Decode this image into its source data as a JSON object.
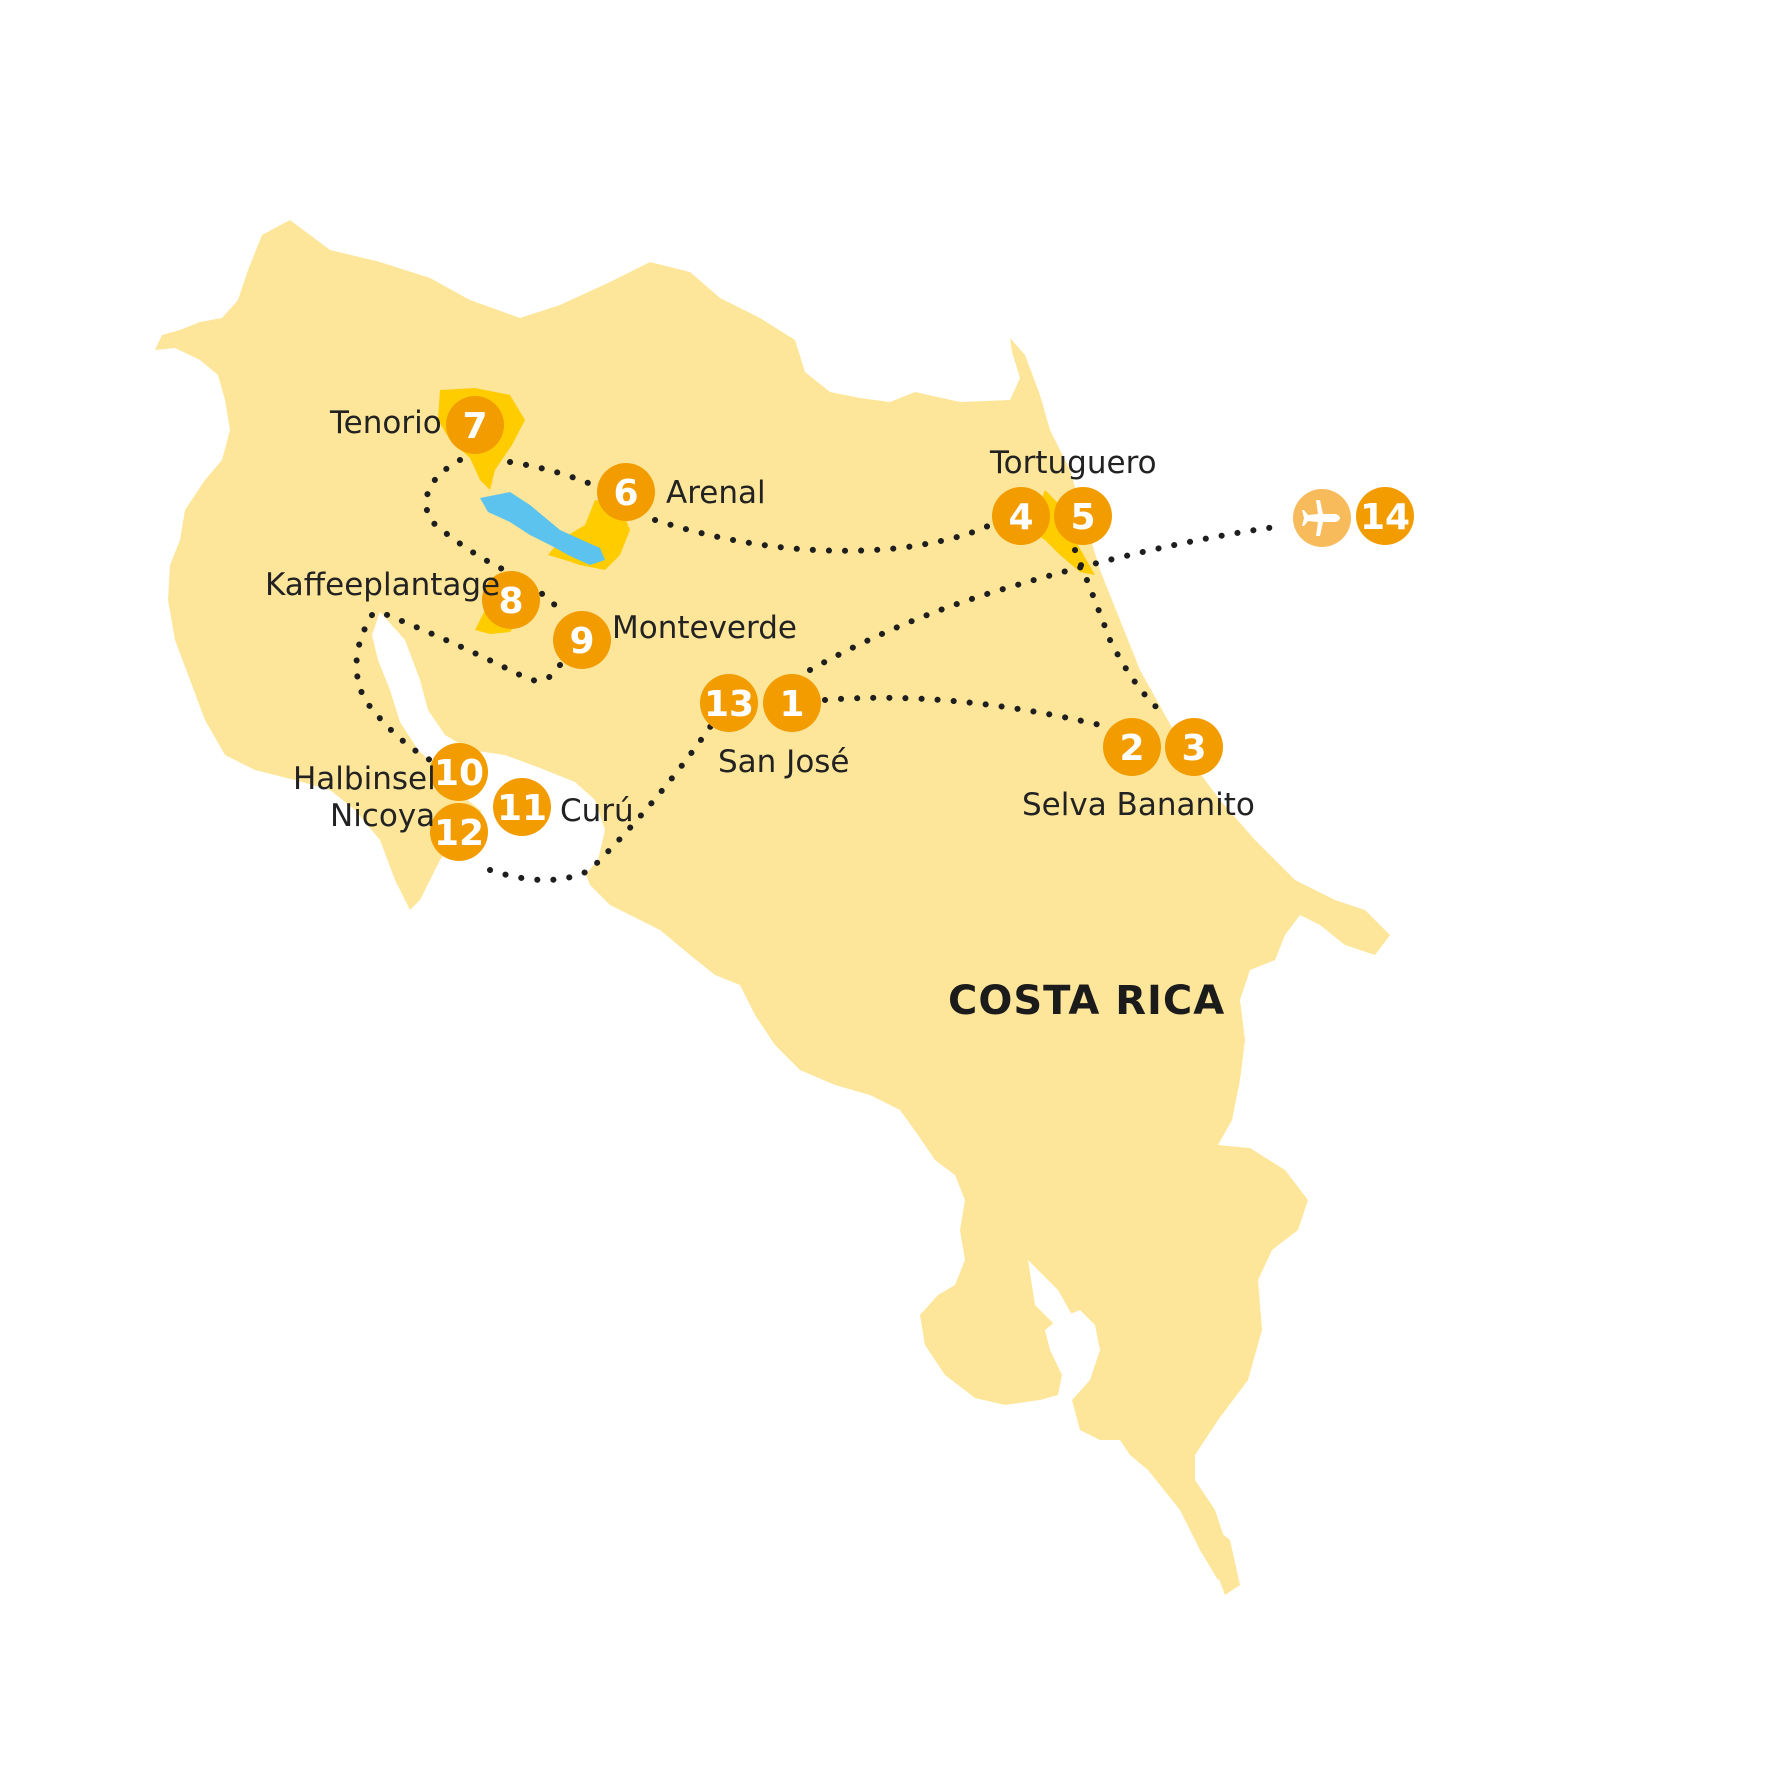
{
  "map": {
    "country": "COSTA RICA",
    "colors": {
      "land": "#fde699",
      "water": "#ffffff",
      "lake": "#5cc3ee",
      "highlight": "#ffcc00",
      "stop": "#f29c00",
      "airport": "#f7bb5b",
      "route": "#1e1e1e"
    },
    "labels": {
      "tenorio": "Tenorio",
      "arenal": "Arenal",
      "tortuguero": "Tortuguero",
      "kaffeeplantage": "Kaffeeplantage",
      "monteverde": "Monteverde",
      "san_jose": "San José",
      "selva_bananito": "Selva Bananito",
      "halbinsel": "Halbinsel",
      "nicoya": "Nicoya",
      "curu": "Curú"
    },
    "stops": {
      "s1": "1",
      "s2": "2",
      "s3": "3",
      "s4": "4",
      "s5": "5",
      "s6": "6",
      "s7": "7",
      "s8": "8",
      "s9": "9",
      "s10": "10",
      "s11": "11",
      "s12": "12",
      "s13": "13",
      "s14": "14"
    },
    "airport_icon": "airplane-icon"
  }
}
